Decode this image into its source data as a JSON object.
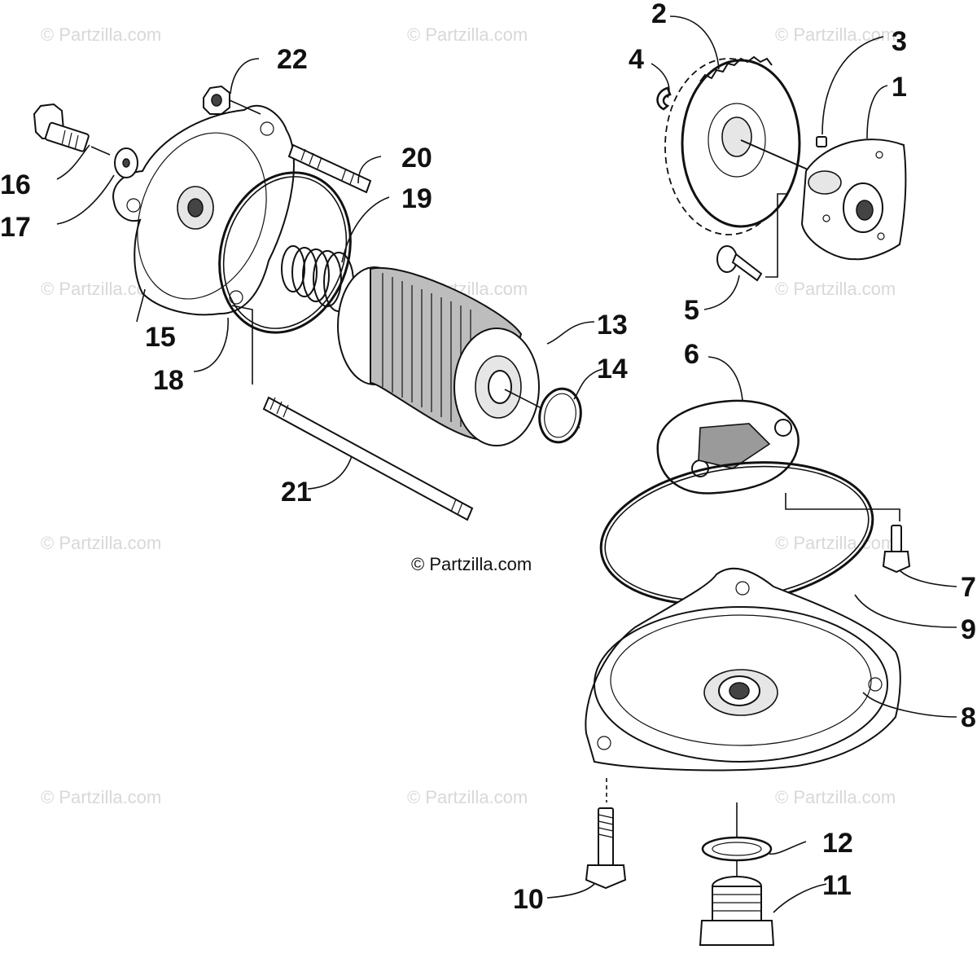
{
  "watermark_text": "© Partzilla.com",
  "copyright_text": "© Partzilla.com",
  "callouts": [
    "1",
    "2",
    "3",
    "4",
    "5",
    "6",
    "7",
    "8",
    "9",
    "10",
    "11",
    "12",
    "13",
    "14",
    "15",
    "16",
    "17",
    "18",
    "19",
    "20",
    "21",
    "22"
  ],
  "parts": [
    {
      "id": "1",
      "icon": "oil-pump-body-icon"
    },
    {
      "id": "2",
      "icon": "pump-drive-gear-icon"
    },
    {
      "id": "3",
      "icon": "dowel-pin-icon"
    },
    {
      "id": "4",
      "icon": "snap-ring-icon"
    },
    {
      "id": "5",
      "icon": "pump-screw-icon"
    },
    {
      "id": "6",
      "icon": "oil-strainer-icon"
    },
    {
      "id": "7",
      "icon": "strainer-screw-icon"
    },
    {
      "id": "8",
      "icon": "oil-pan-cover-icon"
    },
    {
      "id": "9",
      "icon": "cover-o-ring-icon"
    },
    {
      "id": "10",
      "icon": "cover-bolt-icon"
    },
    {
      "id": "11",
      "icon": "drain-plug-icon"
    },
    {
      "id": "12",
      "icon": "drain-washer-icon"
    },
    {
      "id": "13",
      "icon": "oil-filter-element-icon"
    },
    {
      "id": "14",
      "icon": "filter-o-ring-icon"
    },
    {
      "id": "15",
      "icon": "filter-cover-icon"
    },
    {
      "id": "16",
      "icon": "filter-cover-bolt-icon"
    },
    {
      "id": "17",
      "icon": "washer-icon"
    },
    {
      "id": "18",
      "icon": "filter-cover-o-ring-icon"
    },
    {
      "id": "19",
      "icon": "spring-icon"
    },
    {
      "id": "20",
      "icon": "stud-short-icon"
    },
    {
      "id": "21",
      "icon": "stud-long-icon"
    },
    {
      "id": "22",
      "icon": "nut-icon"
    }
  ]
}
